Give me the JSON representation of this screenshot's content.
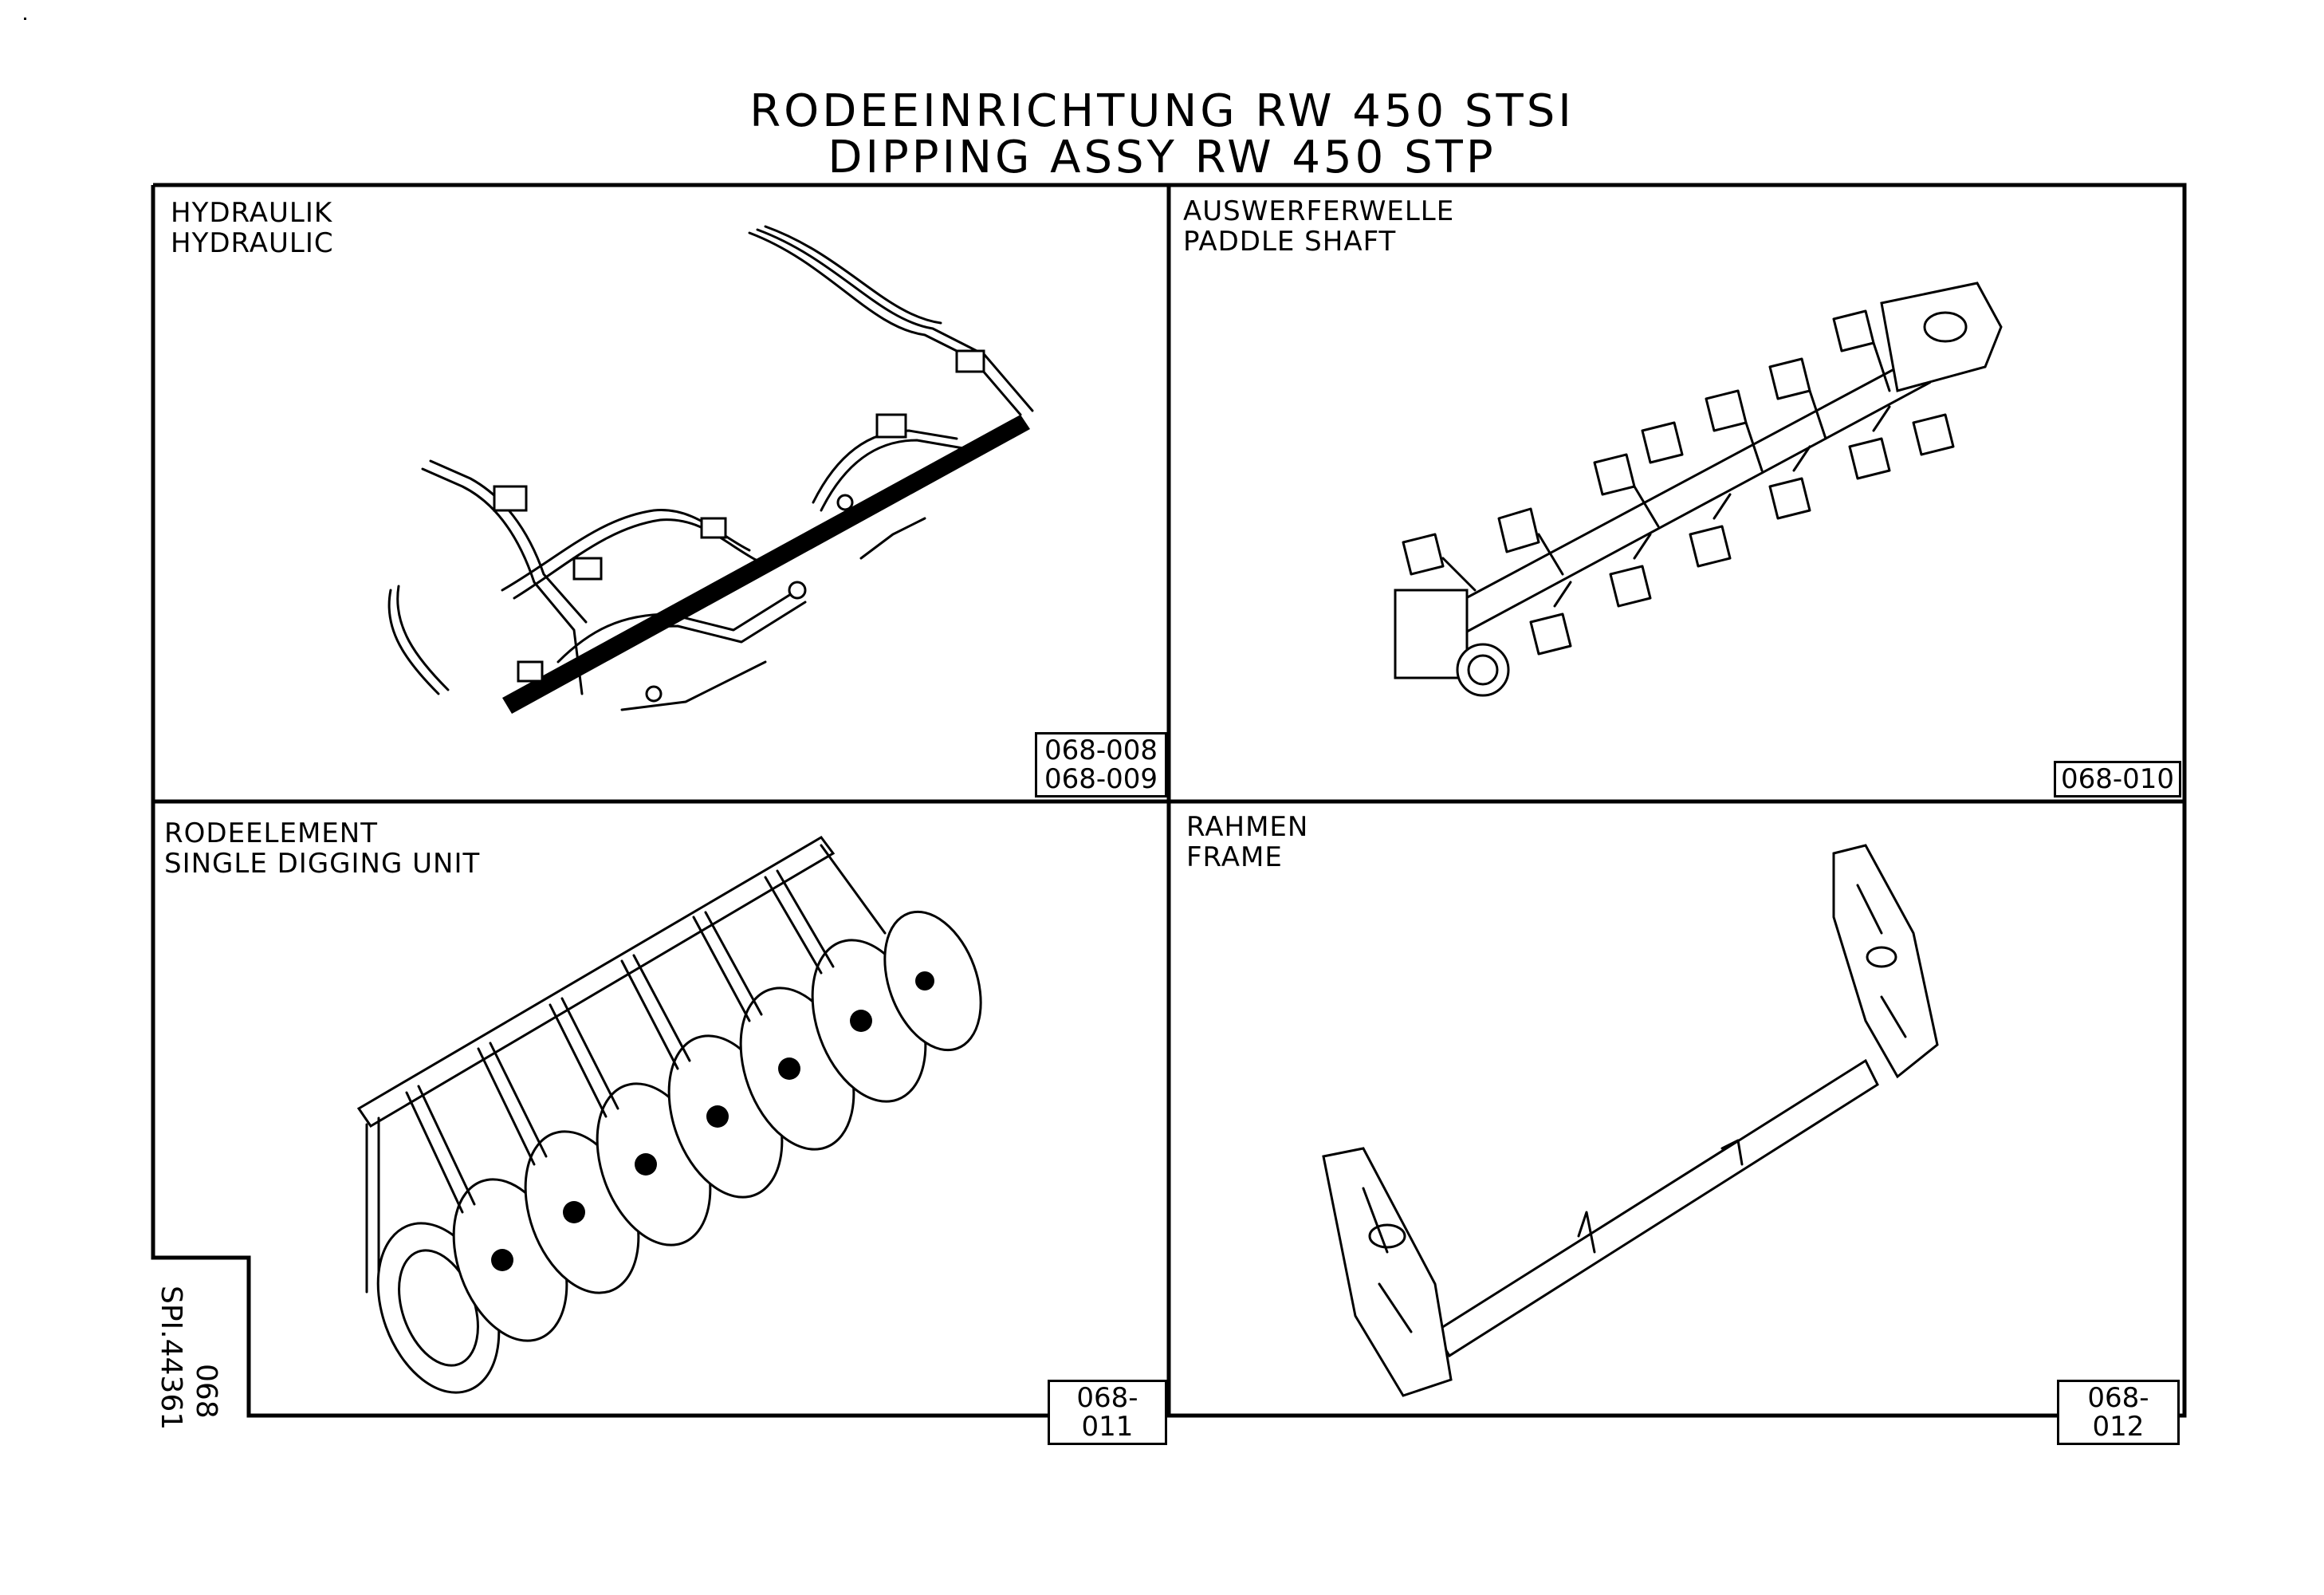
{
  "sheet": {
    "title_de": "RODEEINRICHTUNG RW 450 STSI",
    "title_en": "DIPPING ASSY RW 450 STP",
    "side_code": "SPI.44361",
    "side_group": "068"
  },
  "panels": [
    {
      "label_de": "HYDRAULIK",
      "label_en": "HYDRAULIC",
      "refs": [
        "068-008",
        "068-009"
      ],
      "icon": "hydraulic-assembly-icon"
    },
    {
      "label_de": "AUSWERFERWELLE",
      "label_en": "PADDLE SHAFT",
      "refs": [
        "068-010"
      ],
      "icon": "paddle-shaft-icon"
    },
    {
      "label_de": "RODEELEMENT",
      "label_en": "SINGLE DIGGING UNIT",
      "refs": [
        "068-011"
      ],
      "icon": "digging-unit-icon"
    },
    {
      "label_de": "RAHMEN",
      "label_en": "FRAME",
      "refs": [
        "068-012"
      ],
      "icon": "frame-icon"
    }
  ]
}
